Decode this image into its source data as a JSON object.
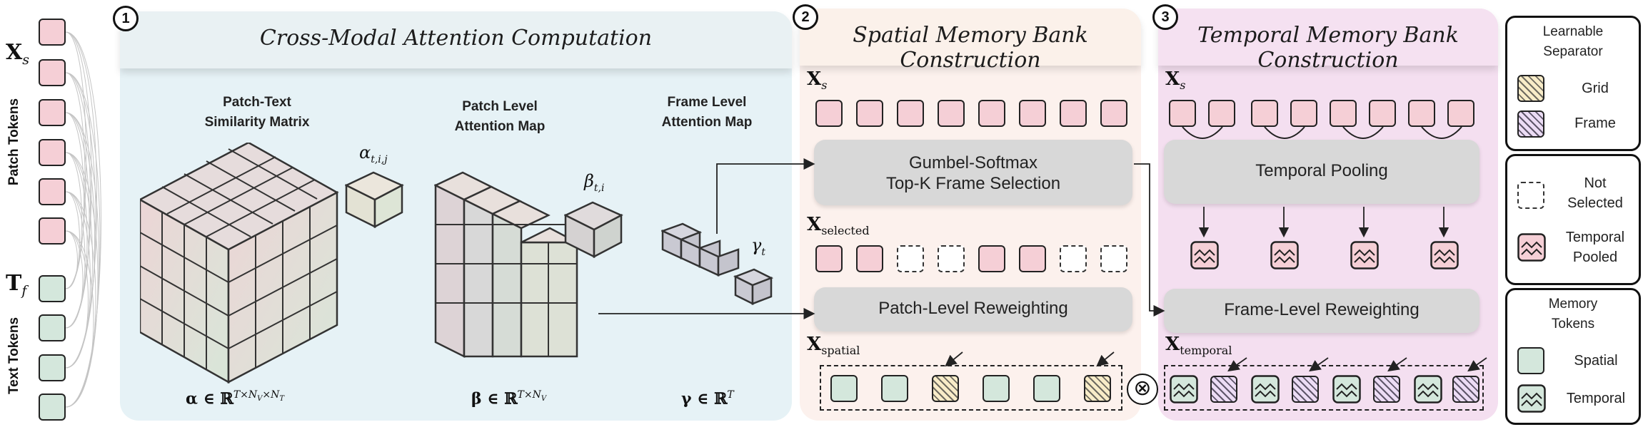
{
  "left_column": {
    "xs_label": "X",
    "xs_sub": "s",
    "tf_label": "T",
    "tf_sub": "f",
    "patch_tokens_label": "Patch Tokens",
    "text_tokens_label": "Text Tokens"
  },
  "panel1": {
    "number": "1",
    "title": "Cross-Modal Attention Computation",
    "label_similarity": "Patch-Text\nSimilarity Matrix",
    "label_patch": "Patch Level\nAttention Map",
    "label_frame": "Frame Level\nAttention Map",
    "alpha_sym": "α",
    "alpha_sub": "t,i,j",
    "beta_sym": "β",
    "beta_sub": "t,i",
    "gamma_sym": "γ",
    "gamma_sub": "t",
    "alpha_formula": "α ∈ ℝ",
    "alpha_sup": "T×N",
    "alpha_sup_v": "V",
    "alpha_sup_mid": "×N",
    "alpha_sup_t": "T",
    "beta_formula": "β ∈ ℝ",
    "beta_sup": "T×N",
    "beta_sup_v": "V",
    "gamma_formula": "γ ∈ ℝ",
    "gamma_sup": "T"
  },
  "panel2": {
    "number": "2",
    "title": "Spatial Memory Bank Construction",
    "xs_label": "X",
    "xs_sub": "s",
    "selected_label": "X",
    "selected_sub": "selected",
    "spatial_label": "X",
    "spatial_sub": "spatial",
    "box1": "Gumbel-Softmax\nTop-K Frame Selection",
    "box2": "Patch-Level Reweighting"
  },
  "panel3": {
    "number": "3",
    "title": "Temporal Memory Bank Construction",
    "xs_label": "X",
    "xs_sub": "s",
    "temporal_label": "X",
    "temporal_sub": "temporal",
    "box1": "Temporal Pooling",
    "box2": "Frame-Level Reweighting"
  },
  "otimes": "⊗",
  "legend": {
    "sep_title": "Learnable\nSeparator",
    "grid": "Grid",
    "frame": "Frame",
    "not_selected": "Not\nSelected",
    "temporal_pooled": "Temporal\nPooled",
    "mem_title": "Memory\nTokens",
    "spatial": "Spatial",
    "temporal": "Temporal"
  },
  "colors": {
    "patch_token": "#f5cfd6",
    "text_token": "#d4e7dc",
    "panel1_bg": "#e6f2f6",
    "panel2_bg": "#fcf1ed",
    "panel3_bg": "#f4dff0",
    "box_gray": "#d8d8d8"
  }
}
